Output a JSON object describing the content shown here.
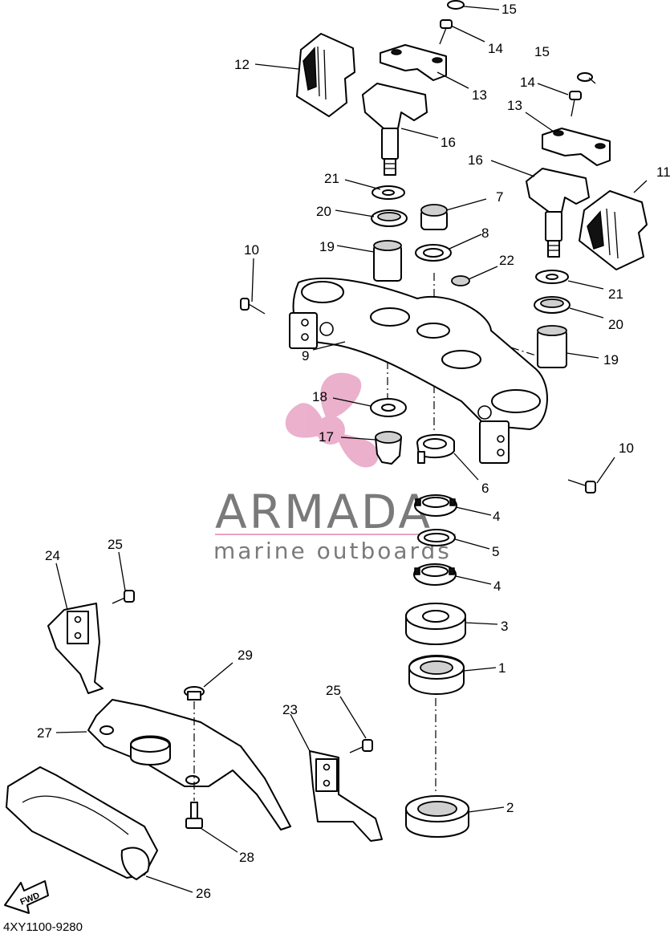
{
  "diagram_code": "4XY1100-9280",
  "fwd_label": "FWD",
  "watermark": {
    "brand": "ARMADA",
    "tagline": "marine outboards",
    "accent_color": "#e7a3c4",
    "text_color": "#7a7a7a"
  },
  "callouts": {
    "c1": "1",
    "c2": "2",
    "c3": "3",
    "c4a": "4",
    "c4b": "4",
    "c5": "5",
    "c6": "6",
    "c7": "7",
    "c8": "8",
    "c9": "9",
    "c10a": "10",
    "c10b": "10",
    "c11": "11",
    "c12": "12",
    "c13a": "13",
    "c13b": "13",
    "c14a": "14",
    "c14b": "14",
    "c15a": "15",
    "c15b": "15",
    "c16a": "16",
    "c16b": "16",
    "c17": "17",
    "c18": "18",
    "c19a": "19",
    "c19b": "19",
    "c20a": "20",
    "c20b": "20",
    "c21a": "21",
    "c21b": "21",
    "c22": "22",
    "c23": "23",
    "c24": "24",
    "c25a": "25",
    "c25b": "25",
    "c26": "26",
    "c27": "27",
    "c28": "28",
    "c29": "29"
  }
}
